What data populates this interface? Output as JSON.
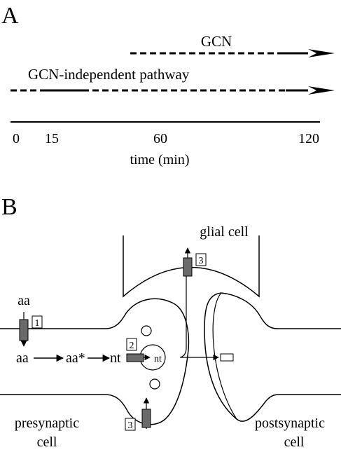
{
  "panel_a": {
    "label": "A",
    "gcn_label": "GCN",
    "gcn_independent_label": "GCN-independent pathway",
    "ticks": [
      "0",
      "15",
      "60",
      "120"
    ],
    "axis_label": "time (min)"
  },
  "panel_b": {
    "label": "B",
    "glial_label": "glial cell",
    "step_numbers": {
      "transporter_in": "1",
      "vesicle_load": "2",
      "glial_uptake": "3",
      "reuptake": "3"
    },
    "aa_top": "aa",
    "aa": "aa",
    "aa_star": "aa*",
    "nt": "nt",
    "nt_vesicle": "nt",
    "presynaptic": [
      "presynaptic",
      "cell"
    ],
    "postsynaptic": [
      "postsynaptic",
      "cell"
    ]
  },
  "colors": {
    "line": "#000000",
    "transporter": "#6a6a6a",
    "background": "#ffffff"
  }
}
